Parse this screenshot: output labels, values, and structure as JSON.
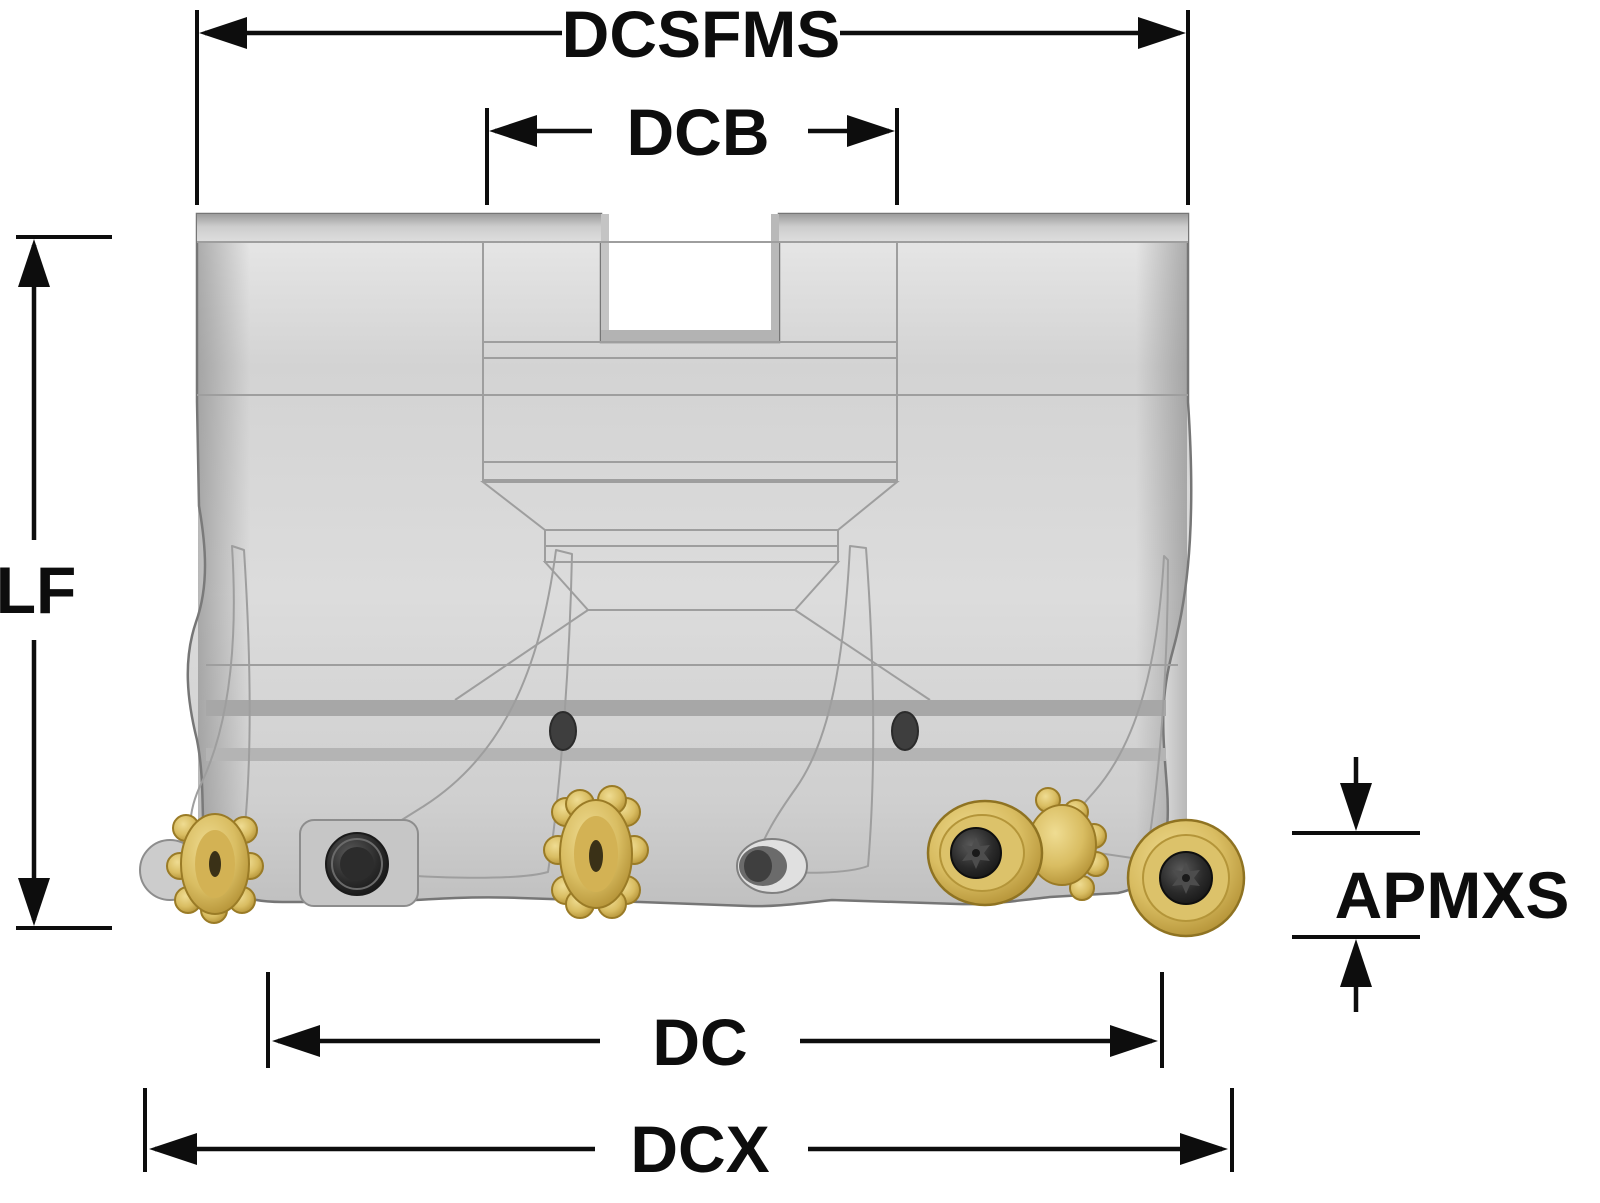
{
  "diagram": {
    "title": "Face milling cutter with round inserts - dimension drawing",
    "dimensions": {
      "dcsfms": {
        "label": "DCSFMS"
      },
      "dcb": {
        "label": "DCB"
      },
      "lf": {
        "label": "LF"
      },
      "apmxs": {
        "label": "APMXS"
      },
      "dc": {
        "label": "DC"
      },
      "dcx": {
        "label": "DCX"
      }
    },
    "colors": {
      "dimension_ink": "#0d0d0d",
      "background": "#ffffff",
      "body_light": "#e8e8e8",
      "body_mid": "#d2d2d2",
      "body_dark": "#8f8f8f",
      "insert_gold": "#d9bd62",
      "insert_gold_dark": "#9a7b26",
      "screw_dark": "#262626"
    }
  }
}
